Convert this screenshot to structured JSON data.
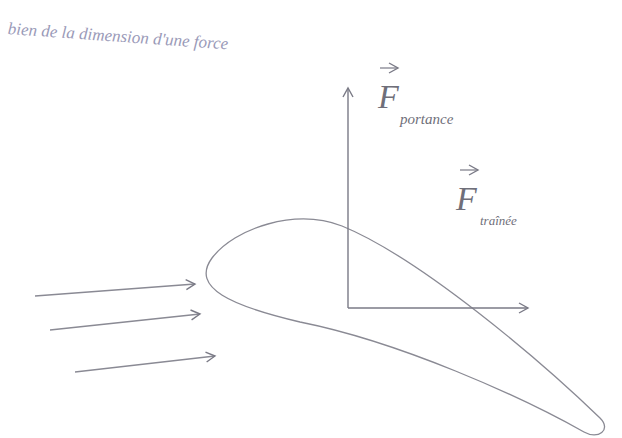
{
  "diagram": {
    "labels": [
      "bien de la dimension d'une force",
      "F",
      "portance",
      "F",
      "traînée"
    ]
  }
}
